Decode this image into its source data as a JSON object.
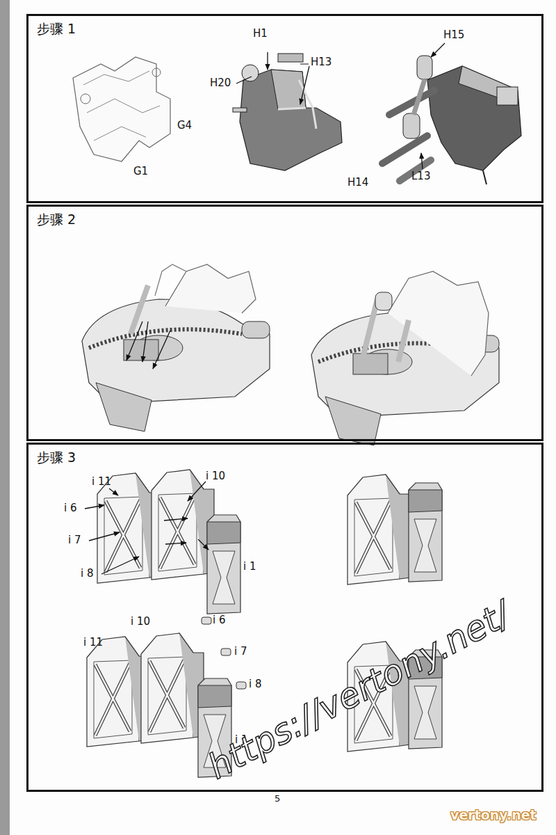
{
  "diagram": {
    "nodes": [
      {
        "text": [
          "步骤 1"
        ]
      },
      {
        "text": [
          "步骤 2"
        ]
      },
      {
        "text": [
          "步骤 3"
        ]
      }
    ],
    "labels": [
      "H1",
      "H13",
      "H15",
      "H20",
      "G4",
      "G1",
      "H14",
      "L13",
      "i 11",
      "i 10",
      "i 6",
      "i 7",
      "i 8",
      "i 1",
      "i 10",
      "i 11",
      "i 6",
      "i 7",
      "i 8",
      "i 1",
      "5",
      "https://vertony.net/",
      "vertony.net"
    ]
  }
}
